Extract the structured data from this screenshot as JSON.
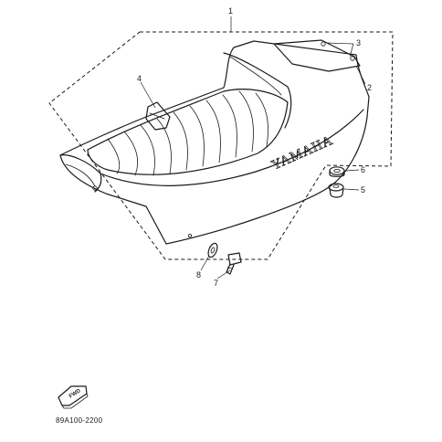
{
  "callouts": {
    "c1": "1",
    "c2": "2",
    "c3": "3",
    "c4": "4",
    "c5": "5",
    "c6": "6",
    "c7": "7",
    "c8": "8"
  },
  "seat": {
    "brand": "YAMAHA"
  },
  "fwd_arrow": {
    "label": "FWD"
  },
  "diagram_code": "89A100-2200"
}
